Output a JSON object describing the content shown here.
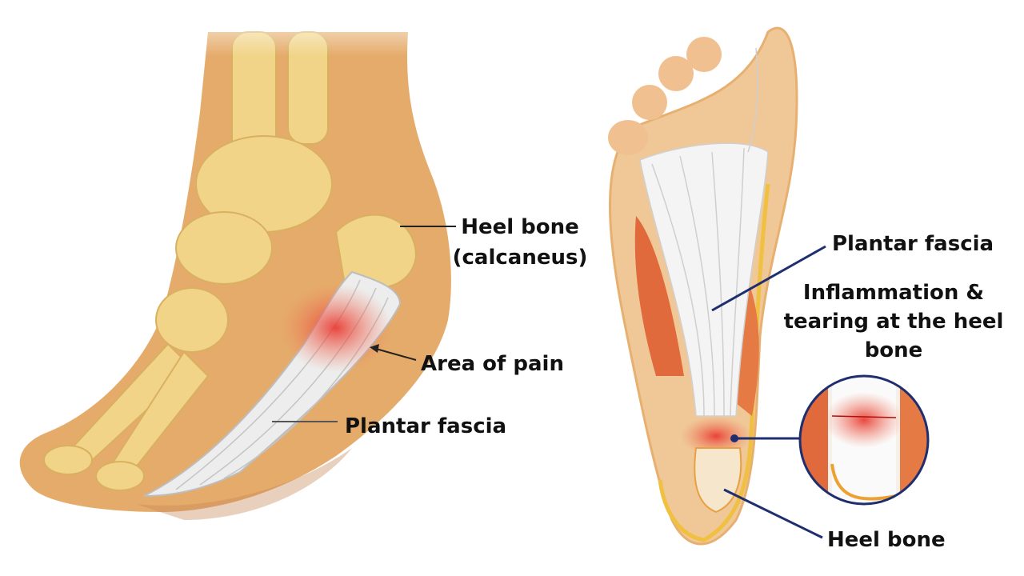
{
  "left_figure": {
    "labels": {
      "heel_bone": "Heel bone",
      "heel_bone_alt": "(calcaneus)",
      "area_of_pain": "Area of pain",
      "plantar_fascia": "Plantar fascia"
    },
    "leader_color": "#222222"
  },
  "right_figure": {
    "labels": {
      "plantar_fascia": "Plantar fascia",
      "inflammation_line1": "Inflammation &",
      "inflammation_line2": "tearing at the heel",
      "inflammation_line3": "bone",
      "heel_bone": "Heel bone"
    },
    "leader_color": "#1f2e6e"
  },
  "colors": {
    "skin": "#e5ab6a",
    "bone": "#f1d488",
    "fascia": "#eeeeee",
    "muscle": "#e06a3c",
    "inflammation": "#e0242a"
  }
}
